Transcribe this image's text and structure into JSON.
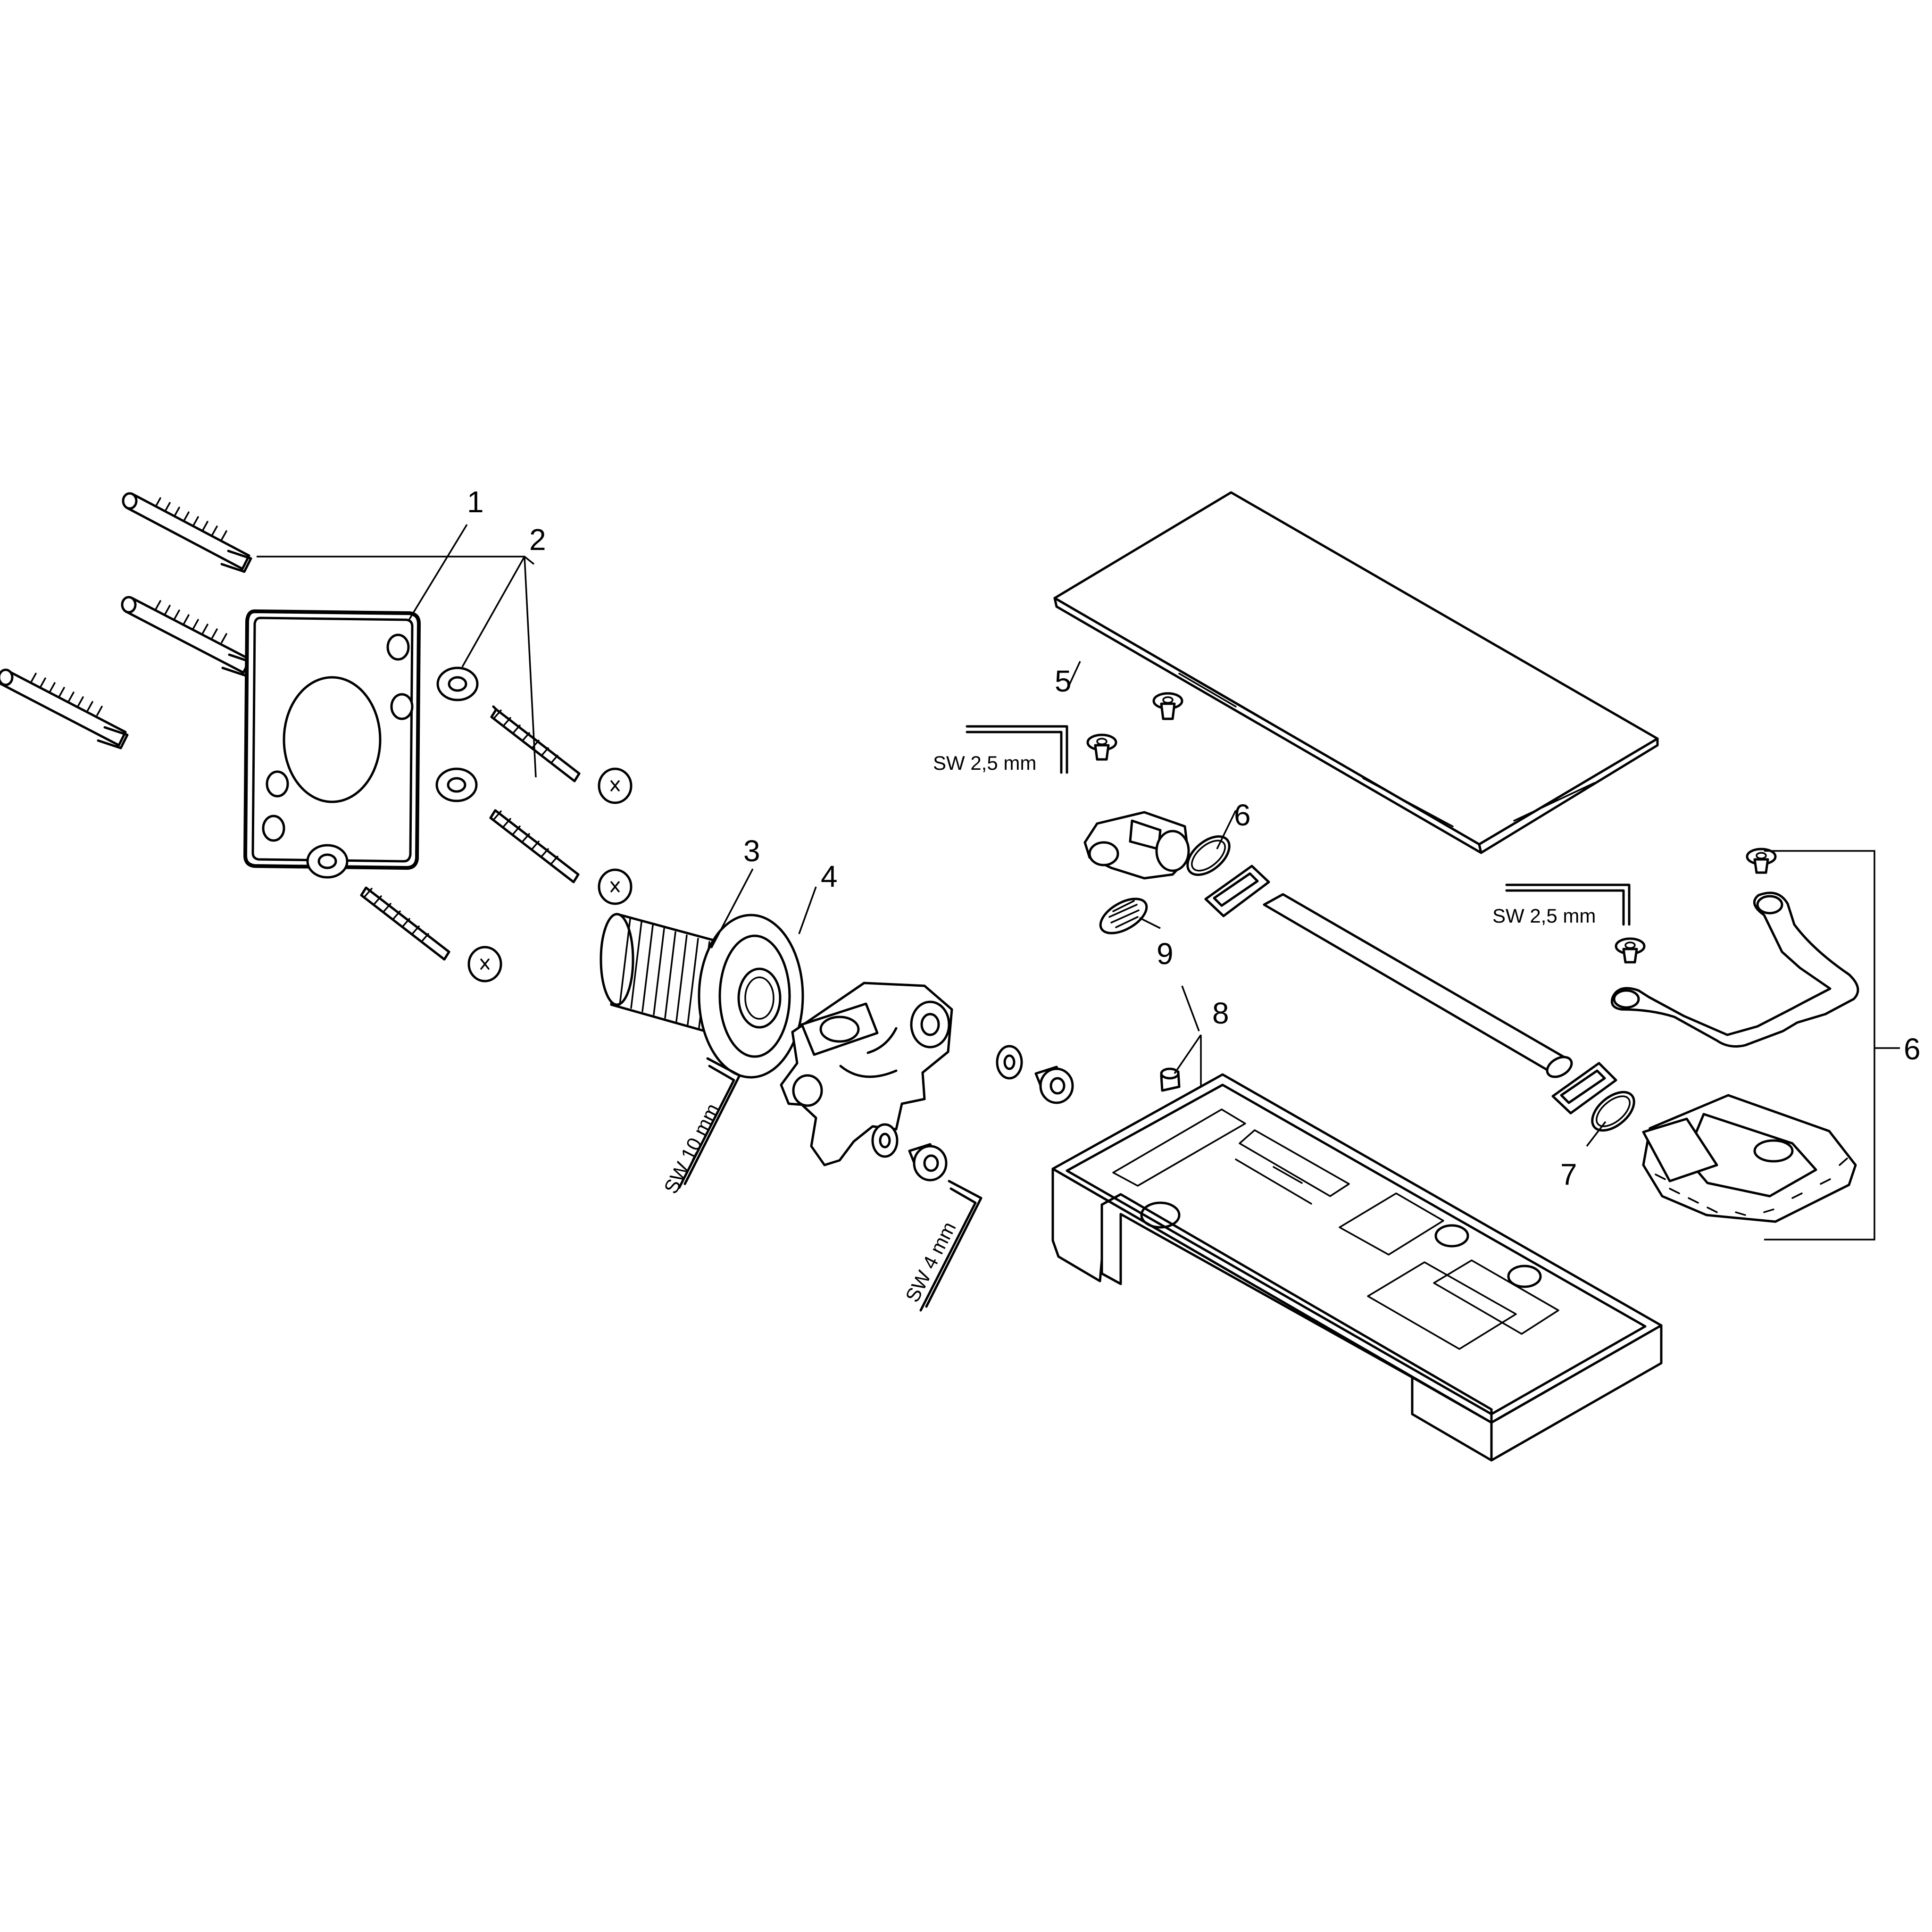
{
  "callouts": {
    "c1": "1",
    "c2": "2",
    "c3": "3",
    "c4": "4",
    "c5": "5",
    "c6a": "6",
    "c6b": "6",
    "c7": "7",
    "c8": "8",
    "c9": "9"
  },
  "tools": {
    "sw25_top": "SW 2,5 mm",
    "sw25_right": "SW 2,5 mm",
    "sw10": "SW 10 mm",
    "sw4": "SW 4 mm"
  }
}
